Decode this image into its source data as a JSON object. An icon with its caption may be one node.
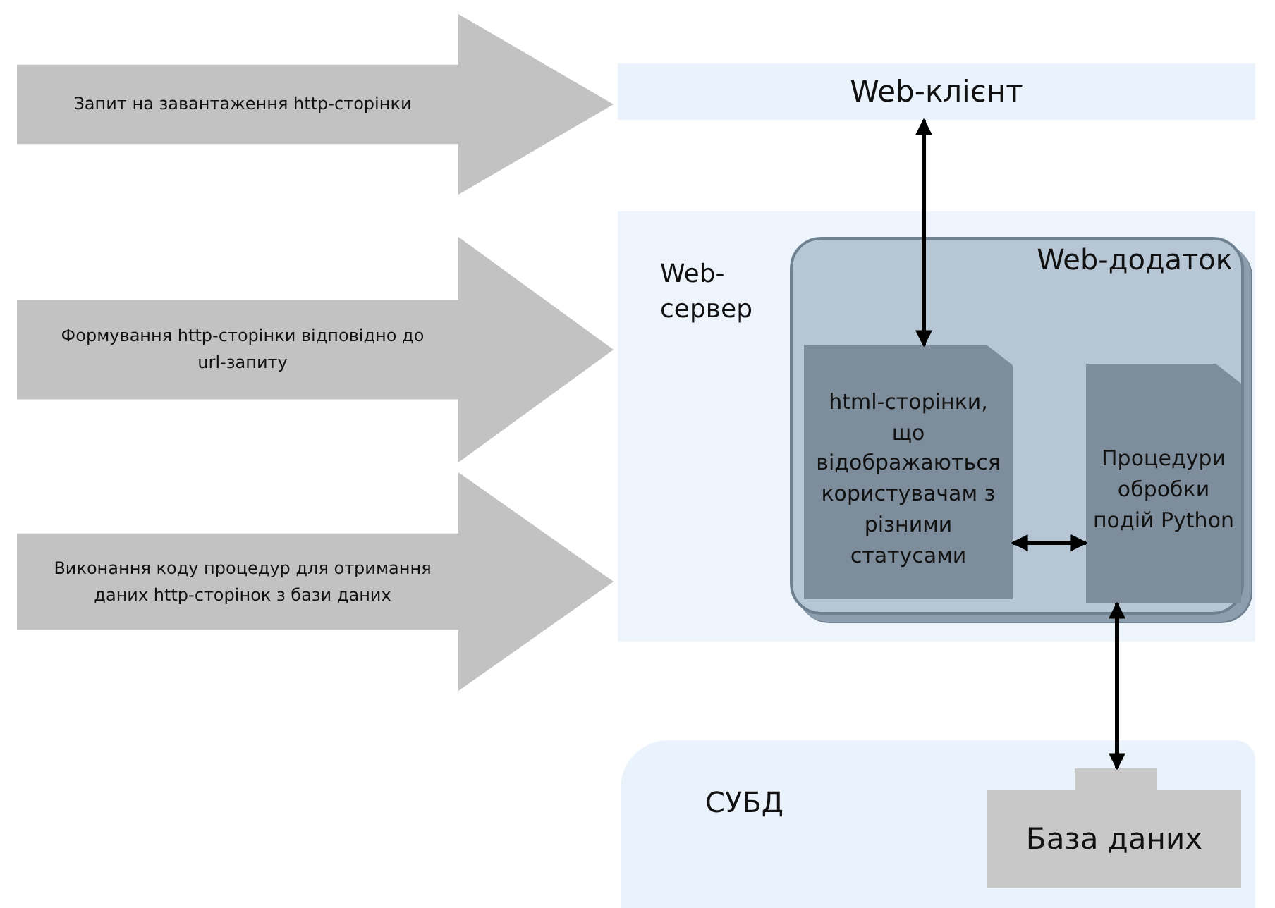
{
  "diagram": {
    "nodes": [
      {
        "text": [
          "Запит на завантаження http-сторінки"
        ]
      },
      {
        "text": [
          "Формування http-сторінки відповідно до url-запиту"
        ]
      },
      {
        "text": [
          "Виконання коду процедур для отримання даних http-сторінок з бази даних"
        ]
      },
      {
        "text": [
          "Web-клієнт"
        ]
      },
      {
        "text": [
          "Web-сервер"
        ]
      },
      {
        "text": [
          "Web-додаток"
        ],
        "in": 4
      },
      {
        "text": [
          "html-сторінки, що відображаються користувачам з різними статусами"
        ],
        "in": 5
      },
      {
        "text": [
          "Процедури обробки подій Python"
        ],
        "in": 5
      },
      {
        "text": [
          "СУБД"
        ]
      },
      {
        "text": [
          "База даних"
        ],
        "in": 8
      }
    ],
    "edges": [
      {
        "from": 3,
        "to": 6,
        "arrow": "both"
      },
      {
        "from": 6,
        "to": 7,
        "arrow": "both"
      },
      {
        "from": 7,
        "to": 9,
        "arrow": "both"
      }
    ]
  }
}
